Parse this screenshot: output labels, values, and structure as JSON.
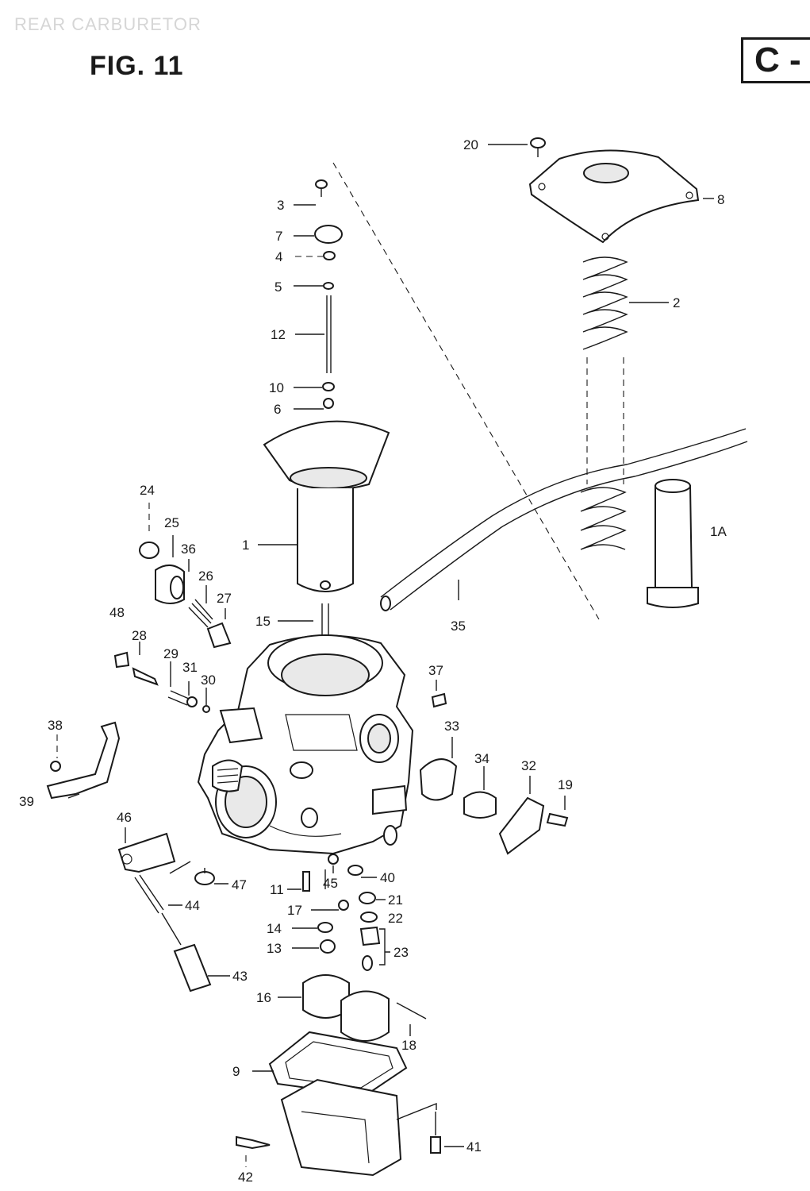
{
  "header": {
    "section_title": "REAR CARBURETOR",
    "figure_label": "FIG. 11",
    "page_code": "C -"
  },
  "callouts": {
    "c1": "1",
    "c1A": "1A",
    "c2": "2",
    "c3": "3",
    "c4": "4",
    "c5": "5",
    "c6": "6",
    "c7": "7",
    "c8": "8",
    "c9": "9",
    "c10": "10",
    "c11": "11",
    "c12": "12",
    "c13": "13",
    "c14": "14",
    "c15": "15",
    "c16": "16",
    "c17": "17",
    "c18": "18",
    "c19": "19",
    "c20": "20",
    "c21": "21",
    "c22": "22",
    "c23": "23",
    "c24": "24",
    "c25": "25",
    "c26": "26",
    "c27": "27",
    "c28": "28",
    "c29": "29",
    "c30": "30",
    "c31": "31",
    "c32": "32",
    "c33": "33",
    "c34": "34",
    "c35": "35",
    "c36": "36",
    "c37": "37",
    "c38": "38",
    "c39": "39",
    "c40": "40",
    "c41": "41",
    "c42": "42",
    "c43": "43",
    "c44": "44",
    "c45": "45",
    "c46": "46",
    "c47": "47",
    "c48": "48"
  }
}
